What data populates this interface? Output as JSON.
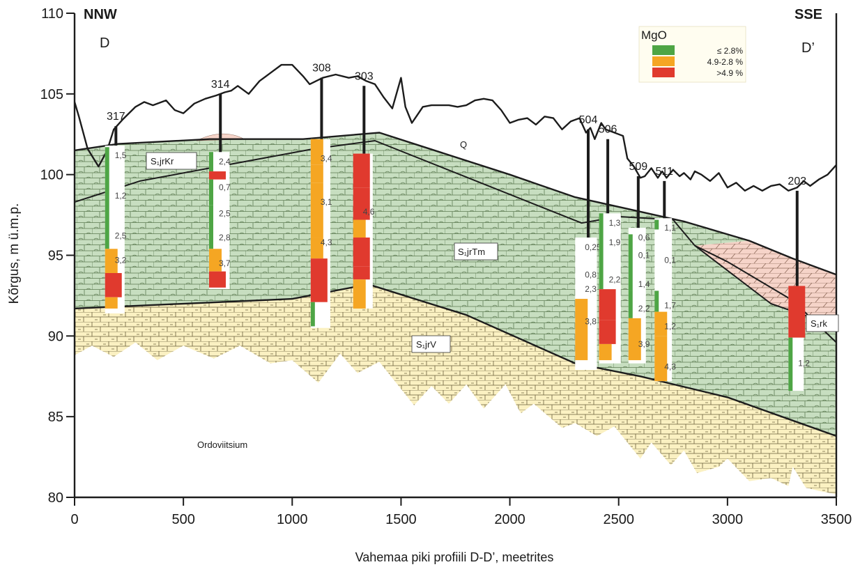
{
  "chart_data": {
    "type": "geologic-cross-section",
    "xlabel": "Vahemaa piki profiili D-D’, meetrites",
    "ylabel": "Kõrgus, m ü.m.p.",
    "xlim": [
      0,
      3500
    ],
    "ylim": [
      80,
      110
    ],
    "x_ticks": [
      "0",
      "500",
      "1000",
      "1500",
      "2000",
      "2500",
      "3000",
      "3500"
    ],
    "y_ticks": [
      "80",
      "85",
      "90",
      "95",
      "100",
      "105",
      "110"
    ],
    "directions": {
      "left": "NNW",
      "right": "SSE"
    },
    "profile_ends": {
      "left": "D",
      "right": "D’"
    },
    "legend": {
      "title": "MgO",
      "items": [
        {
          "label": "≤ 2.8%",
          "color": "#4ea545"
        },
        {
          "label": "4.9-2.8 %",
          "color": "#f5a623"
        },
        {
          "label": ">4.9 %",
          "color": "#e03a2e"
        }
      ]
    },
    "colors": {
      "kr_tm": "#c7dec0",
      "jrV": "#fbf1c2",
      "rk": "#f6d4c9",
      "green": "#4ea545",
      "orange": "#f5a623",
      "red": "#e03a2e"
    },
    "unit_labels": [
      "S₁jrKr",
      "Q",
      "S₁jrTm",
      "S₁jrV",
      "S₁rk",
      "Ordoviitsium"
    ],
    "ground_surface": {
      "x": [
        0,
        20,
        60,
        110,
        150,
        180,
        220,
        280,
        320,
        360,
        420,
        460,
        500,
        550,
        600,
        650,
        690,
        720,
        750,
        800,
        850,
        900,
        950,
        1000,
        1050,
        1080,
        1140,
        1200,
        1260,
        1300,
        1340,
        1380,
        1420,
        1460,
        1500,
        1520,
        1550,
        1570,
        1600,
        1640,
        1680,
        1720,
        1760,
        1800,
        1840,
        1880,
        1920,
        1960,
        2000,
        2040,
        2080,
        2120,
        2160,
        2200,
        2240,
        2280,
        2320,
        2350,
        2370,
        2390,
        2420,
        2440,
        2480,
        2520,
        2540,
        2570,
        2600,
        2620,
        2650,
        2680,
        2700,
        2720,
        2750,
        2780,
        2800,
        2830,
        2850,
        2880,
        2920,
        2960,
        3000,
        3040,
        3080,
        3120,
        3160,
        3200,
        3240,
        3280,
        3320,
        3350,
        3380,
        3420,
        3460,
        3500
      ],
      "y": [
        104.5,
        103.6,
        101.6,
        100.5,
        101.5,
        102.8,
        103.4,
        104.2,
        104.5,
        104.3,
        104.6,
        104.0,
        103.8,
        104.4,
        104.7,
        104.9,
        105.1,
        105.2,
        105.5,
        105.0,
        105.8,
        106.3,
        106.8,
        106.8,
        106.1,
        105.6,
        106.0,
        106.2,
        106.0,
        106.1,
        105.8,
        105.6,
        104.8,
        104.1,
        106.0,
        104.2,
        103.2,
        103.6,
        104.2,
        104.3,
        104.3,
        104.3,
        104.2,
        104.3,
        104.6,
        104.7,
        104.6,
        104.0,
        103.2,
        103.4,
        103.5,
        103.1,
        103.6,
        103.5,
        102.8,
        103.3,
        103.5,
        102.6,
        102.9,
        102.2,
        103.2,
        102.8,
        102.6,
        102.4,
        101.0,
        100.5,
        99.8,
        99.9,
        100.4,
        99.8,
        100.2,
        99.8,
        100.3,
        99.9,
        100.1,
        99.7,
        100.2,
        100.0,
        99.6,
        100.1,
        99.2,
        99.5,
        99.0,
        99.3,
        99.0,
        99.3,
        99.4,
        99.0,
        99.2,
        99.6,
        99.3,
        99.7,
        100.0,
        100.6
      ]
    },
    "boundaries": {
      "top_bedrock": {
        "x": [
          0,
          200,
          620,
          1050,
          1400,
          2000,
          2300,
          2600,
          2800,
          3100,
          3300,
          3500
        ],
        "y": [
          101.5,
          101.9,
          102.2,
          102.2,
          102.6,
          100.0,
          98.6,
          97.7,
          97.1,
          95.9,
          94.8,
          93.8
        ]
      },
      "kr_tm_contact": {
        "x": [
          0,
          300,
          1100,
          1380,
          2330,
          2500,
          2750,
          2850,
          3000,
          3300,
          3500
        ],
        "y": [
          98.3,
          99.6,
          101.6,
          102.1,
          97.0,
          97.4,
          97.2,
          95.6,
          94.6,
          92.2,
          89.6
        ]
      },
      "rk_base": {
        "x": [
          2850,
          3200,
          3500
        ],
        "y": [
          95.6,
          92.0,
          90.6
        ]
      },
      "tm_v_contact": {
        "x": [
          0,
          1000,
          1350,
          1800,
          2300,
          2600,
          3000,
          3500
        ],
        "y": [
          91.7,
          92.3,
          93.2,
          91.3,
          88.3,
          87.5,
          86.2,
          83.8
        ]
      },
      "base_jrV": {
        "x": [
          0,
          80,
          180,
          280,
          380,
          500,
          640,
          760,
          900,
          1000,
          1120,
          1220,
          1300,
          1400,
          1560,
          1640,
          1720,
          1800,
          1880,
          1980,
          2050,
          2110,
          2240,
          2300,
          2400,
          2480,
          2600,
          2650,
          2740,
          2800,
          2860,
          2960,
          3000,
          3100,
          3200,
          3280,
          3300,
          3360,
          3420,
          3500
        ],
        "y": [
          88.8,
          89.4,
          88.7,
          89.6,
          88.5,
          89.4,
          88.6,
          89.4,
          88.3,
          88.5,
          87.1,
          88.9,
          87.7,
          88.4,
          85.7,
          86.9,
          85.8,
          87.0,
          85.5,
          87.0,
          85.2,
          85.8,
          84.3,
          84.6,
          83.8,
          84.4,
          82.4,
          83.4,
          82.0,
          82.9,
          81.5,
          81.9,
          82.4,
          81.0,
          81.2,
          80.7,
          81.9,
          80.6,
          80.4,
          80.2
        ]
      }
    },
    "wells": [
      {
        "id": "317",
        "x": 190,
        "top": 103.0,
        "col": {
          "x0": 140,
          "x1": 230,
          "base": 91.4
        },
        "intervals": [
          {
            "top": 101.7,
            "bottom": 95.4,
            "class": "green"
          },
          {
            "top": 95.4,
            "bottom": 93.9,
            "class": "orange"
          },
          {
            "top": 93.9,
            "bottom": 92.4,
            "class": "red"
          },
          {
            "top": 92.4,
            "bottom": 91.7,
            "class": "orange"
          }
        ],
        "values": [
          {
            "t": "1,5",
            "y": 101.2
          },
          {
            "t": "1,2",
            "y": 98.7
          },
          {
            "t": "2,5",
            "y": 96.2
          },
          {
            "t": "3,2",
            "y": 94.7
          }
        ]
      },
      {
        "id": "314",
        "x": 670,
        "top": 105.0,
        "col": {
          "x0": 618,
          "x1": 712,
          "base": 92.9
        },
        "intervals": [
          {
            "top": 101.4,
            "bottom": 100.2,
            "class": "green"
          },
          {
            "top": 100.2,
            "bottom": 99.7,
            "class": "red"
          },
          {
            "top": 99.7,
            "bottom": 98.1,
            "class": "green"
          },
          {
            "top": 98.1,
            "bottom": 95.4,
            "class": "green"
          },
          {
            "top": 95.4,
            "bottom": 94.0,
            "class": "orange"
          },
          {
            "top": 94.0,
            "bottom": 93.0,
            "class": "red"
          }
        ],
        "values": [
          {
            "t": "2,4",
            "y": 100.8
          },
          {
            "t": "0,7",
            "y": 99.2
          },
          {
            "t": "2,5",
            "y": 97.6
          },
          {
            "t": "2,8",
            "y": 96.1
          },
          {
            "t": "3,7",
            "y": 94.5
          }
        ]
      },
      {
        "id": "308",
        "x": 1135,
        "top": 106.0,
        "col": {
          "x0": 1085,
          "x1": 1175,
          "base": 90.5
        },
        "intervals": [
          {
            "top": 102.2,
            "bottom": 100.6,
            "class": "orange"
          },
          {
            "top": 100.6,
            "bottom": 99.5,
            "class": "orange"
          },
          {
            "top": 99.5,
            "bottom": 96.1,
            "class": "orange"
          },
          {
            "top": 96.1,
            "bottom": 94.8,
            "class": "orange"
          },
          {
            "top": 94.8,
            "bottom": 92.1,
            "class": "red"
          },
          {
            "top": 92.1,
            "bottom": 90.6,
            "class": "green"
          }
        ],
        "values": [
          {
            "t": "3,4",
            "y": 101.0
          },
          {
            "t": "3,1",
            "y": 98.3
          },
          {
            "t": "4,3",
            "y": 95.8
          }
        ]
      },
      {
        "id": "303",
        "x": 1330,
        "top": 105.5,
        "col": {
          "x0": 1280,
          "x1": 1370,
          "base": 91.7
        },
        "intervals": [
          {
            "top": 101.3,
            "bottom": 99.2,
            "class": "red"
          },
          {
            "top": 99.2,
            "bottom": 97.2,
            "class": "red"
          },
          {
            "top": 97.2,
            "bottom": 96.1,
            "class": "orange"
          },
          {
            "top": 96.1,
            "bottom": 94.3,
            "class": "red"
          },
          {
            "top": 94.3,
            "bottom": 93.5,
            "class": "red"
          },
          {
            "top": 93.5,
            "bottom": 91.7,
            "class": "orange"
          }
        ],
        "values": [
          {
            "t": "4,6",
            "y": 97.7
          }
        ]
      },
      {
        "id": "504",
        "x": 2360,
        "top": 102.8,
        "col": {
          "x0": 2300,
          "x1": 2400,
          "base": 87.9
        },
        "intervals": [
          {
            "top": 92.3,
            "bottom": 88.5,
            "class": "orange"
          }
        ],
        "values": [
          {
            "t": "0,25",
            "y": 95.5
          },
          {
            "t": "0,8",
            "y": 93.8
          },
          {
            "t": "2,3",
            "y": 92.9
          },
          {
            "t": "3,8",
            "y": 90.9
          }
        ]
      },
      {
        "id": "506",
        "x": 2450,
        "top": 102.2,
        "col": {
          "x0": 2410,
          "x1": 2510,
          "base": 88.3
        },
        "intervals": [
          {
            "top": 97.6,
            "bottom": 92.9,
            "class": "green"
          },
          {
            "top": 92.9,
            "bottom": 91.0,
            "class": "red"
          },
          {
            "top": 91.0,
            "bottom": 89.5,
            "class": "red"
          },
          {
            "top": 89.5,
            "bottom": 88.5,
            "class": "orange"
          }
        ],
        "values": [
          {
            "t": "1,3",
            "y": 97.0
          },
          {
            "t": "1,9",
            "y": 95.8
          },
          {
            "t": "2,2",
            "y": 93.5
          }
        ]
      },
      {
        "id": "509",
        "x": 2590,
        "top": 99.9,
        "col": {
          "x0": 2545,
          "x1": 2625,
          "base": 88.3
        },
        "intervals": [
          {
            "top": 96.3,
            "bottom": 92.8,
            "class": "green"
          },
          {
            "top": 92.8,
            "bottom": 91.1,
            "class": "green"
          },
          {
            "top": 91.1,
            "bottom": 88.5,
            "class": "orange"
          }
        ],
        "values": [
          {
            "t": "0,6",
            "y": 96.1
          },
          {
            "t": "0,1",
            "y": 95.0
          },
          {
            "t": "1,4",
            "y": 93.2
          },
          {
            "t": "2,2",
            "y": 91.7
          },
          {
            "t": "3,9",
            "y": 89.5
          }
        ]
      },
      {
        "id": "511",
        "x": 2710,
        "top": 99.6,
        "col": {
          "x0": 2665,
          "x1": 2745,
          "base": 87.2
        },
        "intervals": [
          {
            "top": 97.2,
            "bottom": 96.6,
            "class": "green"
          },
          {
            "top": 92.8,
            "bottom": 91.5,
            "class": "green"
          },
          {
            "top": 91.5,
            "bottom": 90.0,
            "class": "orange"
          },
          {
            "top": 90.0,
            "bottom": 87.2,
            "class": "orange"
          }
        ],
        "values": [
          {
            "t": "1,1",
            "y": 96.7
          },
          {
            "t": "0,1",
            "y": 94.7
          },
          {
            "t": "1,7",
            "y": 91.9
          },
          {
            "t": "1,2",
            "y": 90.6
          },
          {
            "t": "4,3",
            "y": 88.1
          }
        ]
      },
      {
        "id": "203",
        "x": 3320,
        "top": 99.0,
        "col": {
          "x0": 3280,
          "x1": 3350,
          "base": 86.6
        },
        "intervals": [
          {
            "top": 93.1,
            "bottom": 89.9,
            "class": "red"
          },
          {
            "top": 89.9,
            "bottom": 86.6,
            "class": "green"
          }
        ],
        "values": [
          {
            "t": "1,2",
            "y": 88.3
          }
        ]
      }
    ]
  }
}
